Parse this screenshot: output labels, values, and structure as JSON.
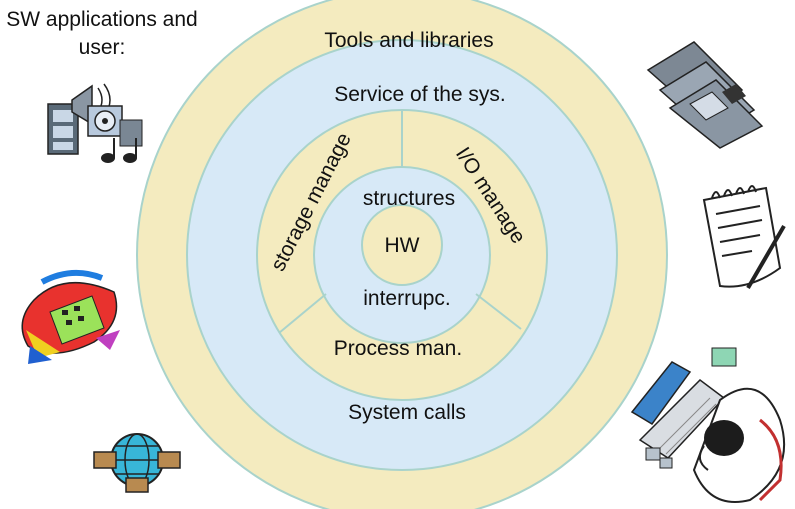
{
  "corner_title": "SW applications and user:",
  "layers": {
    "outer": "Tools and libraries",
    "service": "Service of the sys.",
    "system_calls": "System calls",
    "storage": "storage manage",
    "io": "I/O manage",
    "process": "Process man.",
    "structures": "structures",
    "interrupts": "interrupc.",
    "core": "HW"
  },
  "colors": {
    "ring_yellow": "#f4ebbf",
    "ring_blue": "#d7e9f7",
    "stroke": "#a9d3cb"
  },
  "icons": [
    "multimedia-icon",
    "floppy-disks-icon",
    "notepad-icon",
    "telephone-icon",
    "globe-network-icon",
    "computer-user-icon"
  ]
}
